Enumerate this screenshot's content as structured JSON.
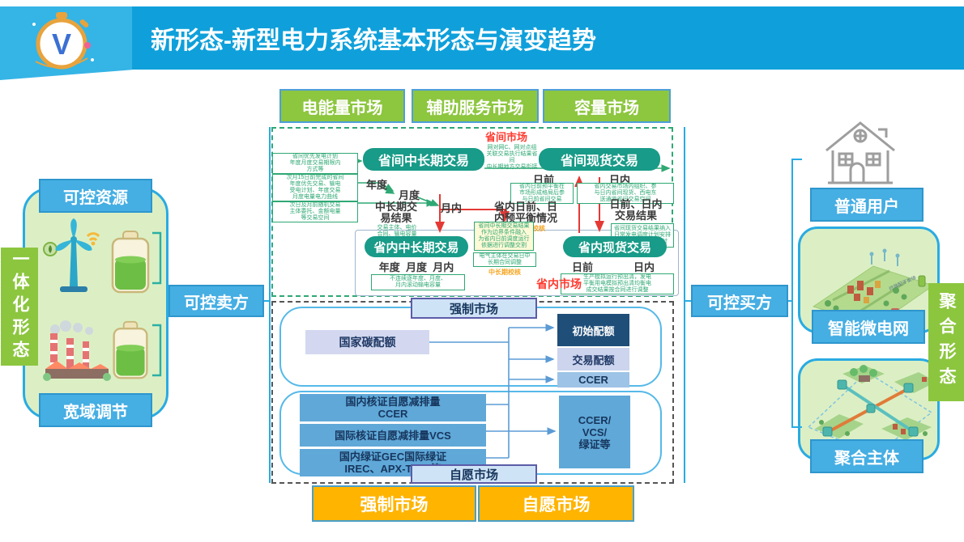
{
  "header": {
    "title": "新形态-新型电力系统基本形态与演变趋势"
  },
  "top_markets": [
    {
      "label": "电能量市场"
    },
    {
      "label": "辅助服务市场"
    },
    {
      "label": "容量市场"
    }
  ],
  "interprov": {
    "region_label": "省间市场",
    "mid_long_box": "省间中长期交易",
    "spot_box": "省间现货交易",
    "bridge_note": "网对网C、网对点组\n关联交易执行结果省间\n中长期地方交易衔接",
    "left_notes": [
      {
        "text": "省间优先发电计划\n年度月度交易期限内\n方式等"
      },
      {
        "text": "次月15日前完成的省间\n年度优先交易、输电\n受电计划、年度交易\n月度电量电力曲线"
      },
      {
        "text": "次日及月前随机交易\n主体委托、金额电量\n等交易空间"
      }
    ],
    "term_year": "年度",
    "term_month": "月度",
    "term_intramonth": "月内",
    "term_dayahead": "日前",
    "term_intraday": "日内",
    "dayahead_note": "省内日前预平衡在\n市场形成格局后参\n与日前省间交易",
    "intraday_note": "省内交易市场内组织、参\n与日内省间现货、西电东\n送通道省间交易空间",
    "midlong_result_title": "中长期交\n易结果",
    "midlong_result_note": "交易主体、电价\n合同、输电容量",
    "prebalance_title": "省内日前、日\n内预平衡情况",
    "prebalance_check": "出清结果校核",
    "spot_result_title": "日前、日内\n交易结果",
    "spot_result_note": "省间现货交易结果纳入\n日常发电调度计划安排\n单独结算或参与统计"
  },
  "intraprov": {
    "region_label": "省内市场",
    "mid_long_box": "省内中长期交易",
    "spot_box": "省内现货交易",
    "terms_row": "年度  月度  月内",
    "term_dayahead": "日前",
    "term_intraday": "日内",
    "midlong_note": "不连续逐年度、月度、\n月内滚动输电容量",
    "boundary_note": "省间中长期交易结果\n作为边界条件融入\n为省内日前调度运行\n依据进行调整交割",
    "adjust_note": "电气主体在交易日中\n长期合同调整",
    "midlong_check": "中长期校核",
    "spot_note": "生产模拟运行预出清，发电\n平衡用电模拟预出清均衡电\n成交结果按合同进行调整"
  },
  "carbon": {
    "mandatory_header": "强制市场",
    "national_quota": "国家碳配额",
    "initial_quota": "初始配额",
    "trade_quota": "交易配额",
    "ccer": "CCER",
    "voluntary_header": "自愿市场",
    "vol_items": [
      {
        "label": "国内核证自愿减排量\nCCER"
      },
      {
        "label": "国际核证自愿减排量VCS"
      },
      {
        "label": "国内绿证GEC国际绿证\nIREC、APX-TIGR等"
      }
    ],
    "vol_result": "CCER/\nVCS/\n绿证等",
    "badge_mandatory": "强制市场",
    "badge_voluntary": "自愿市场"
  },
  "seller": {
    "form_label": "一体化形态",
    "resource_label": "可控资源",
    "regulation_label": "宽域调节",
    "role_label": "可控卖方"
  },
  "buyer": {
    "role_label": "可控买方",
    "user_label": "普通用户",
    "microgrid_label": "智能微电网",
    "aggregate_label": "聚合主体",
    "form_label": "聚合形态",
    "panel1_tag": "终端配平衡体"
  },
  "colors": {
    "title_bar": "#0FA0DB",
    "logo_band": "#35B4E6",
    "green": "#8DC63F",
    "teal": "#189B88",
    "blue_label": "#45AEE3",
    "orange": "#FFB400",
    "panel_green": "#DCEFC4",
    "dashed_green": "#2FA874",
    "red": "#E53935",
    "navy": "#1F3864"
  }
}
